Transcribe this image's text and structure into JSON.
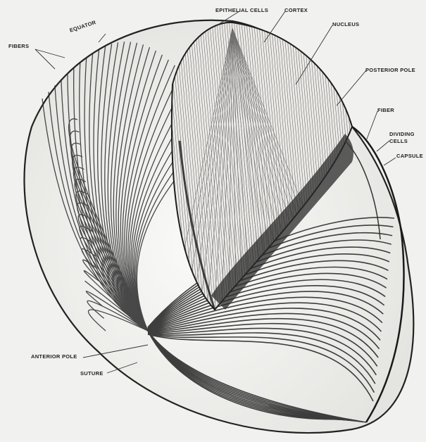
{
  "labels": {
    "epithelial_cells": "EPITHELIAL CELLS",
    "cortex": "CORTEX",
    "nucleus": "NUCLEUS",
    "posterior_pole": "POSTERIOR POLE",
    "fiber": "FIBER",
    "dividing_cells": "DIVIDING CELLS",
    "capsule": "CAPSULE",
    "fibers": "FIBERS",
    "equator": "EQUATOR",
    "anterior_pole": "ANTERIOR POLE",
    "suture": "SUTURE"
  },
  "colors": {
    "background": "#f1f1ef",
    "ink": "#1e1e1e",
    "fiber_stroke": "#2b2b2b"
  }
}
